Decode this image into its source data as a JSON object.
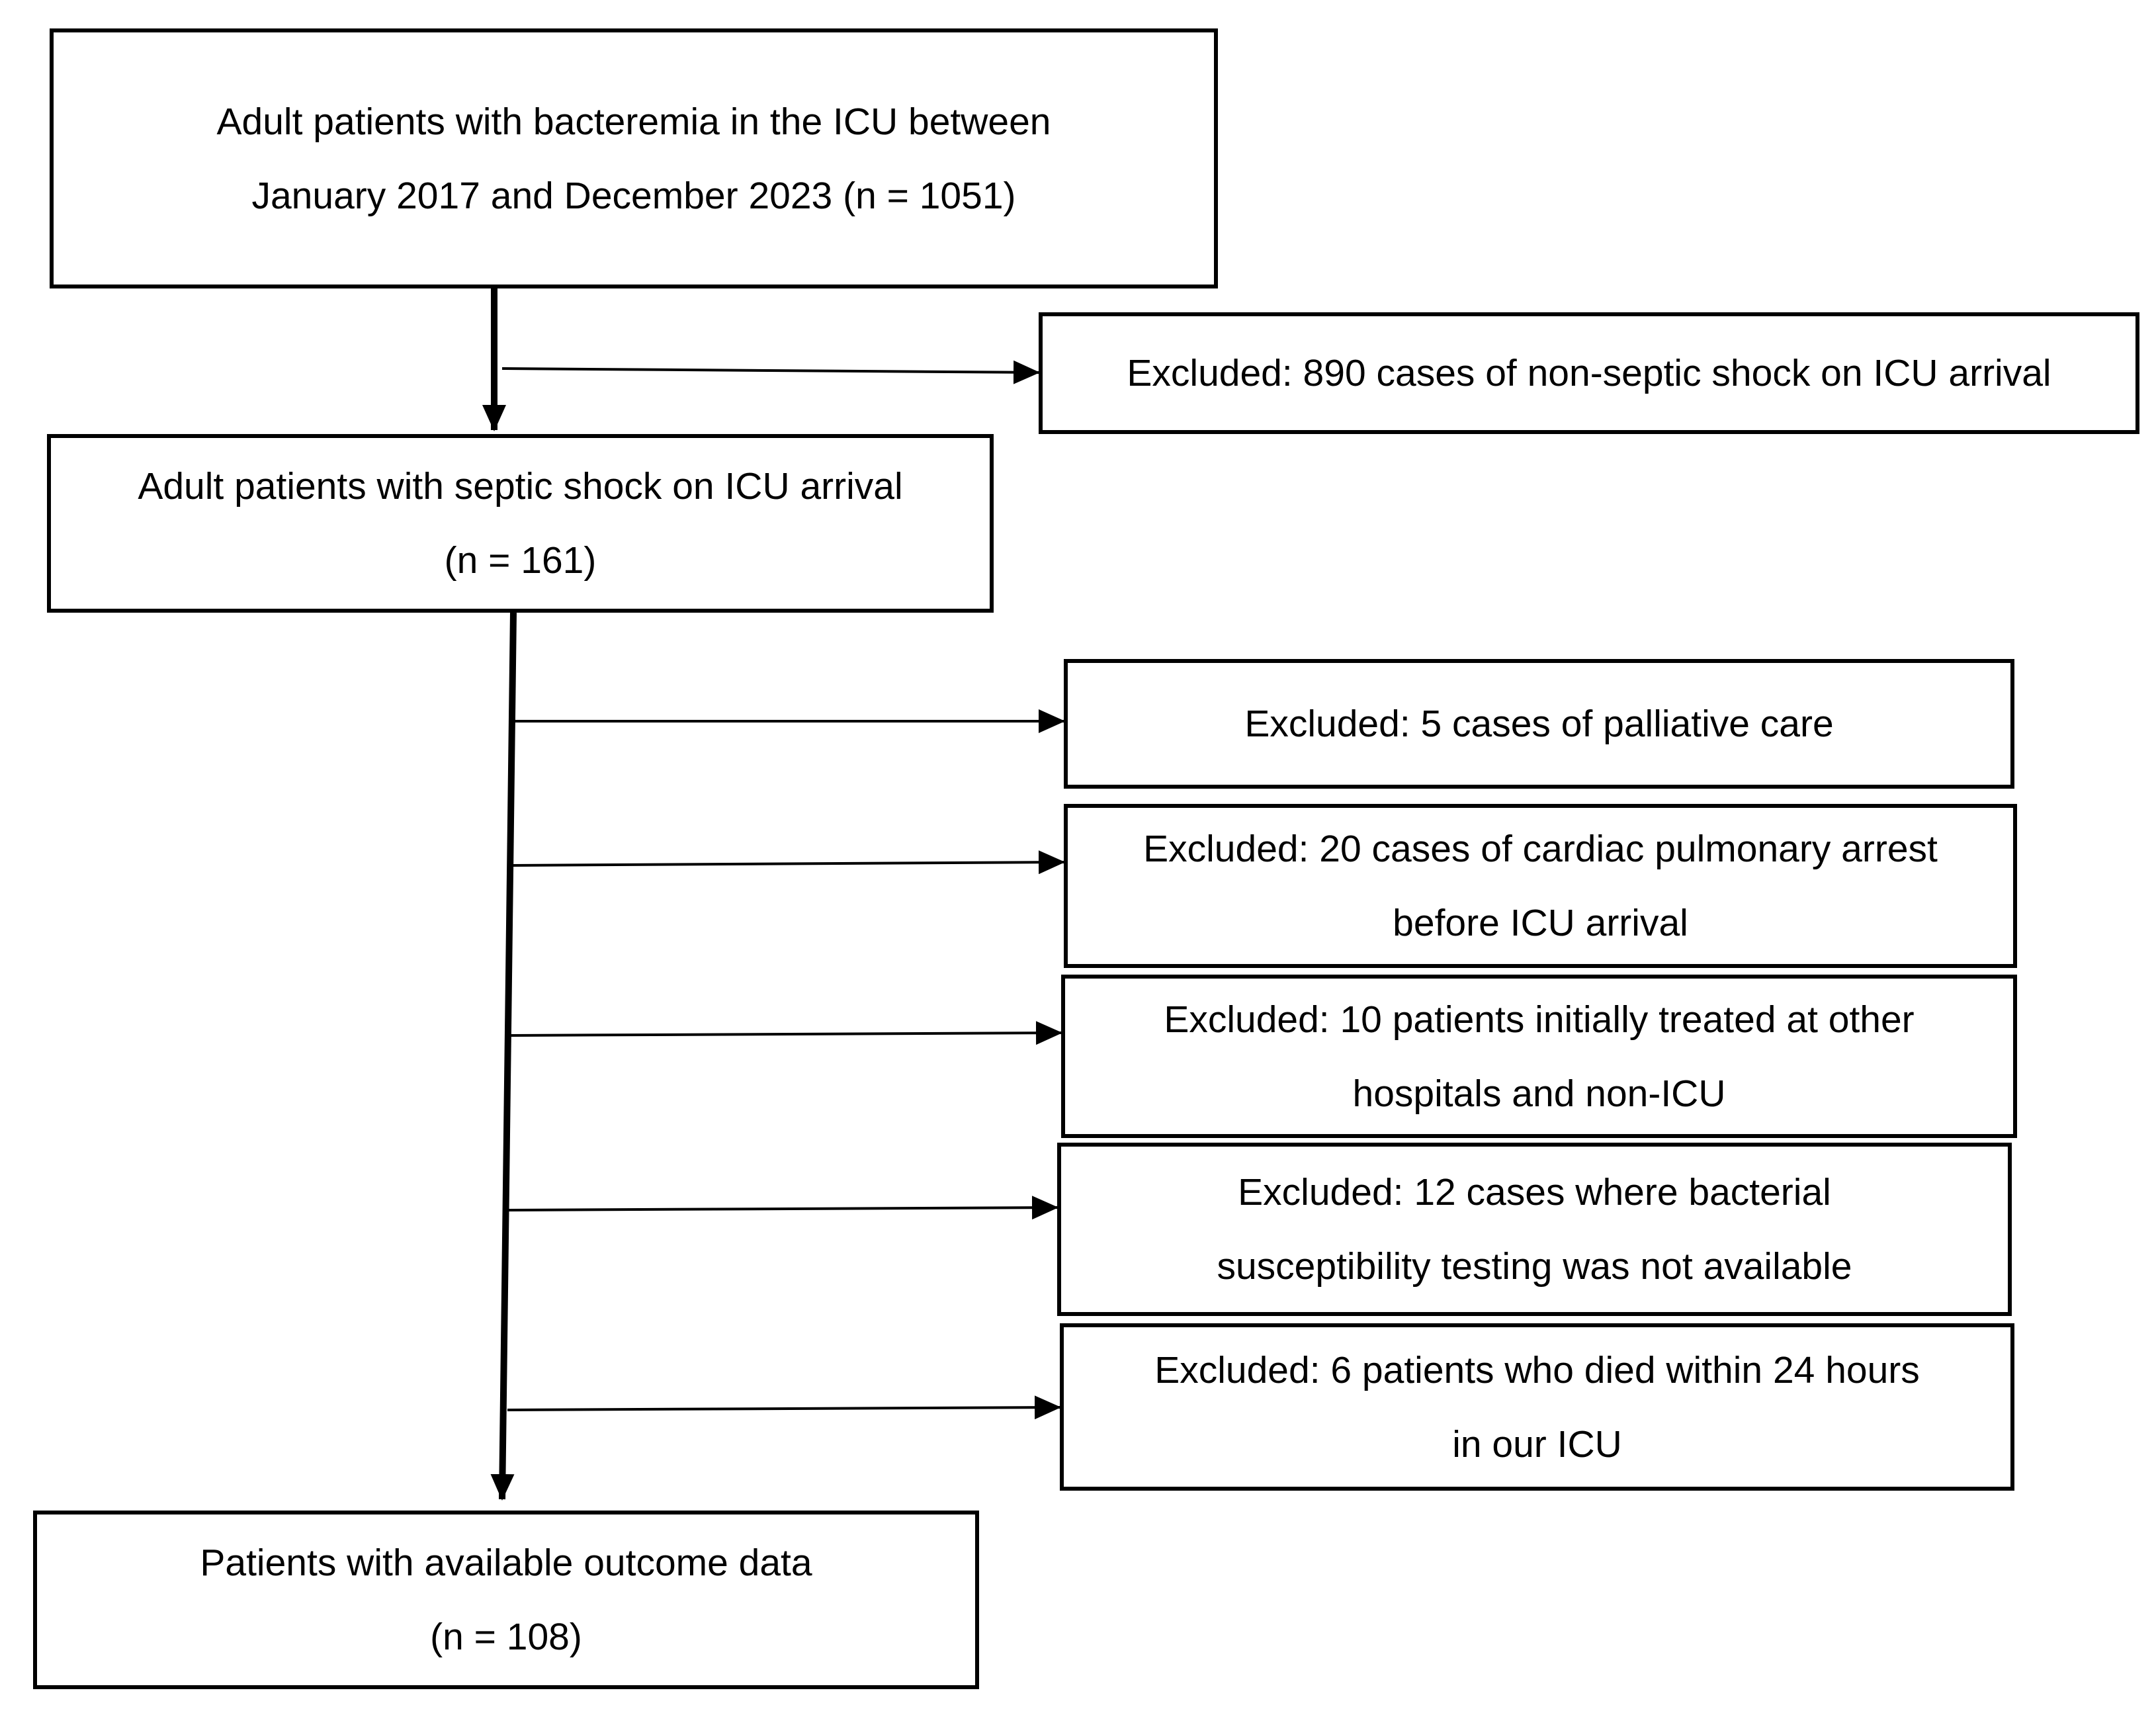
{
  "colors": {
    "stroke": "#000000",
    "background": "#ffffff",
    "text": "#000000"
  },
  "flow": {
    "start": {
      "line1": "Adult patients with bacteremia in the ICU between",
      "line2": "January 2017 and December 2023 (n = 1051)"
    },
    "exclusion_1": {
      "line1": "Excluded: 890 cases of non-septic shock on ICU arrival"
    },
    "septic_shock": {
      "line1": "Adult patients with septic shock on ICU arrival",
      "line2": "(n = 161)"
    },
    "exclusion_2": {
      "line1": "Excluded: 5 cases of palliative care"
    },
    "exclusion_3": {
      "line1": "Excluded: 20 cases of cardiac pulmonary arrest",
      "line2": "before ICU arrival"
    },
    "exclusion_4": {
      "line1": "Excluded: 10 patients initially treated at other",
      "line2": "hospitals and non-ICU"
    },
    "exclusion_5": {
      "line1": "Excluded: 12 cases where bacterial",
      "line2": "susceptibility testing was not available"
    },
    "exclusion_6": {
      "line1": "Excluded: 6 patients who died within 24 hours",
      "line2": "in our ICU"
    },
    "final": {
      "line1": "Patients with available outcome data",
      "line2": "(n = 108)"
    }
  }
}
